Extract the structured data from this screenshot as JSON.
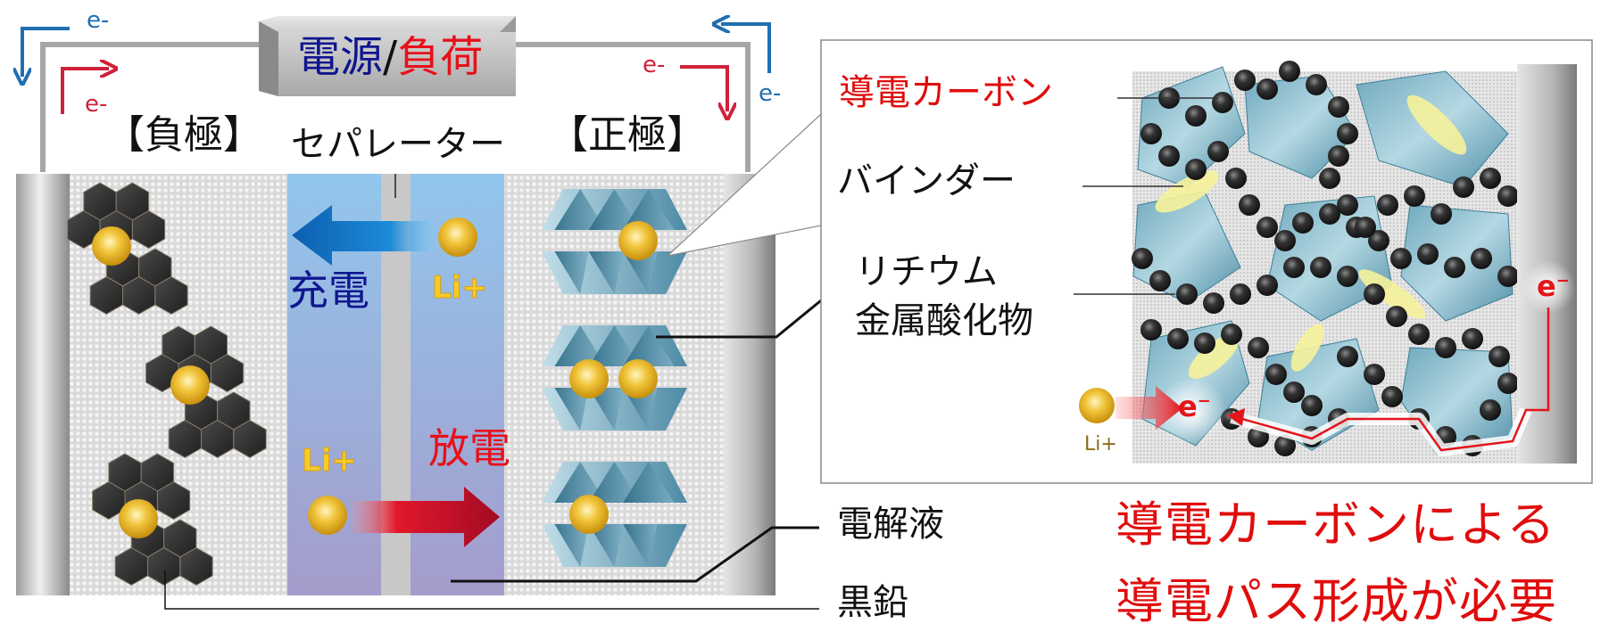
{
  "power_label": {
    "source": "電源",
    "slash": "/",
    "load": "負荷"
  },
  "electrons": {
    "left_blue": "e-",
    "left_red": "e-",
    "right_blue": "e-",
    "right_red": "e-"
  },
  "cell": {
    "anode_label": "【負極】",
    "separator_label": "セパレーター",
    "cathode_label": "【正極】",
    "charge_label": "充電",
    "discharge_label": "放電",
    "li_ion_top": "Li+",
    "li_ion_bottom": "Li+"
  },
  "callouts": {
    "electrolyte": "電解液",
    "graphite": "黒鉛"
  },
  "detail_panel": {
    "conductive_carbon": "導電カーボン",
    "binder": "バインダー",
    "lithium_oxide_line1": "リチウム",
    "lithium_oxide_line2": "金属酸化物",
    "li_ion": "Li+",
    "electron_left": "e",
    "electron_right": "e"
  },
  "summary": {
    "line1": "導電カーボンによる",
    "line2": "導電パス形成が必要"
  },
  "colors": {
    "blue_text": "#10168f",
    "red_text": "#e00d0d",
    "electron_blue": "#1f6fb0",
    "electron_red": "#d0213a",
    "li_gold": "#e8b820",
    "separator_top": "#92c6ec",
    "separator_bottom": "#a49ccb"
  }
}
